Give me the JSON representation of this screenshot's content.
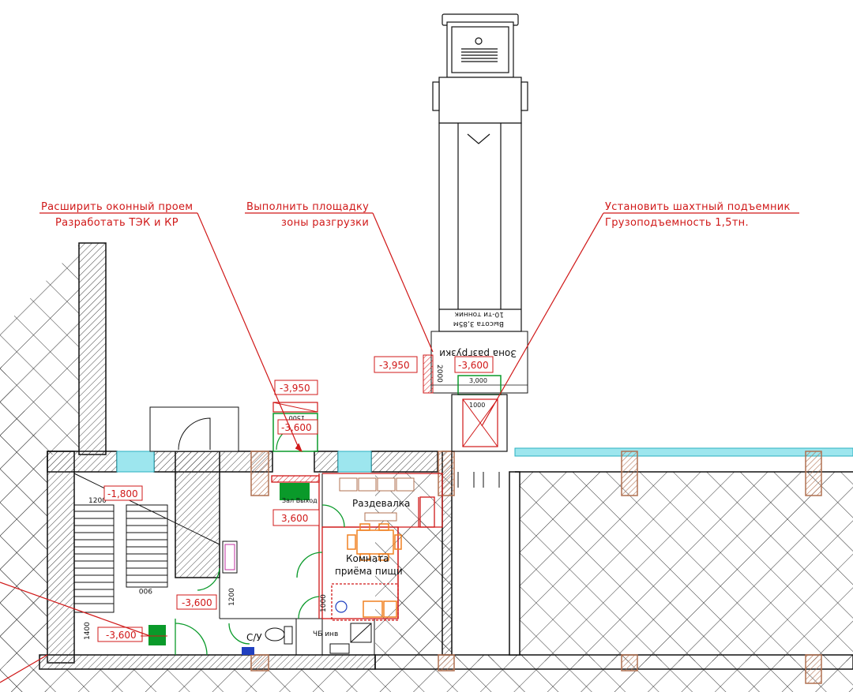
{
  "callouts": {
    "window": {
      "line1": "Расширить оконный проем",
      "line2": "Разработать ТЭК и КР"
    },
    "platform": {
      "line1": "Выполнить площадку",
      "line2": "зоны разгрузки"
    },
    "lift": {
      "line1": "Установить шахтный подъемник",
      "line2": "Грузоподъемность 1,5тн."
    }
  },
  "levels": {
    "window_top": "-3,950",
    "window_floor": "-3,600",
    "unload_left": "-3,950",
    "unload_zone": "-3,600",
    "stair": "-1,800",
    "corridor": "3,600",
    "lower_left": "-3,600",
    "bottom_left": "-3,600"
  },
  "rooms": {
    "unload_zone": "Зона разгрузки",
    "cloakroom": "Раздевалка",
    "dining_1": "Комната",
    "dining_2": "приёма пищи",
    "wc": "С/У",
    "cleaning": "ЧБ инв"
  },
  "truck": {
    "label1": "10-ти тонник",
    "label2": "Высота 3,85м"
  },
  "dimensions": {
    "stair_width": "1200",
    "stair_bottom": "900",
    "unload_width": "3,000",
    "unload_height": "2000",
    "lift_size": "1000",
    "window_width": "1500",
    "corridor_h": "1200",
    "door_h": "1000",
    "lower_h": "1400"
  },
  "signs": {
    "exit": "Зал Выход"
  },
  "colors": {
    "markup_red": "#d01818",
    "door_green": "#0a9a2a",
    "glazing_cyan": "#5fd6e0",
    "column_brown": "#b07050",
    "furniture_orange": "#f08020"
  }
}
